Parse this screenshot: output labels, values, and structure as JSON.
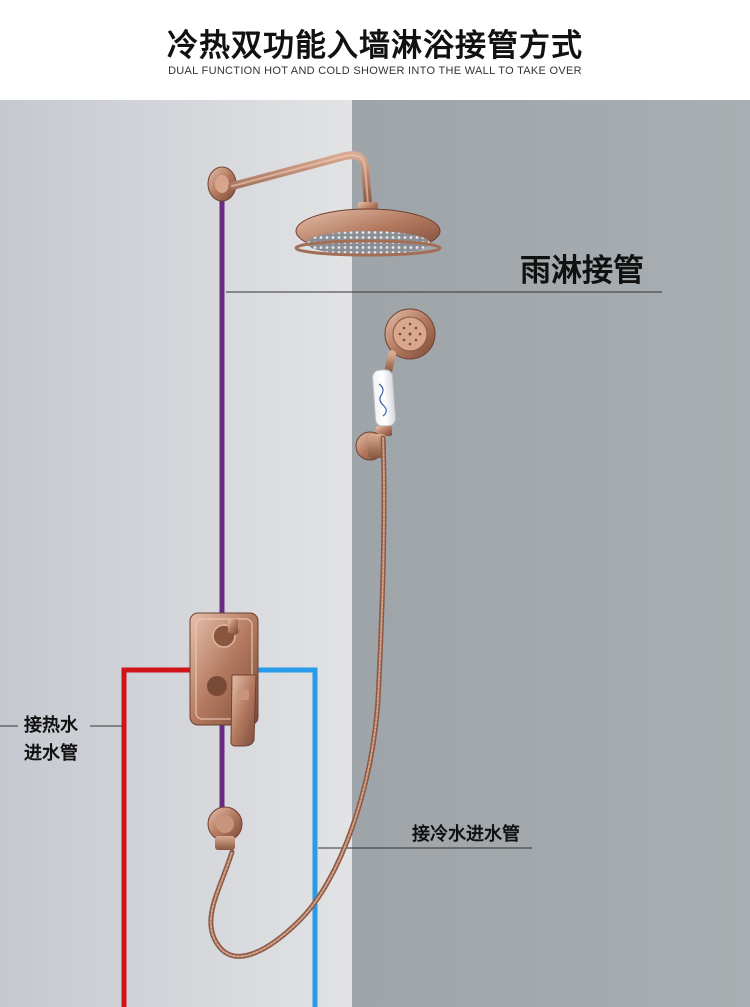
{
  "header": {
    "title": "冷热双功能入墙淋浴接管方式",
    "subtitle": "DUAL FUNCTION HOT AND COLD SHOWER INTO THE WALL TO TAKE OVER"
  },
  "labels": {
    "rain_pipe": "雨淋接管",
    "hot_line1": "接热水",
    "hot_line2": "进水管",
    "cold_pipe": "接冷水进水管"
  },
  "colors": {
    "hot_pipe": "#d0121b",
    "cold_pipe": "#2a9be8",
    "rain_pipe": "#6b2a82",
    "wall_left": "#cbced4",
    "wall_right": "#a2a8ab",
    "rose_gold": "#b9856c"
  },
  "icons": [
    "rain-shower-head-icon",
    "hand-shower-icon",
    "mixer-valve-icon",
    "hose-outlet-icon"
  ]
}
